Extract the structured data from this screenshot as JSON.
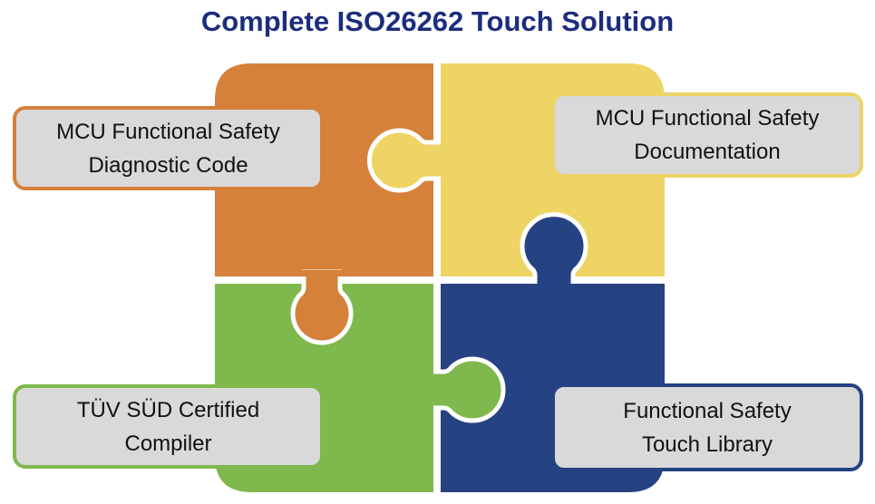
{
  "title": "Complete ISO26262 Touch Solution",
  "pieces": [
    {
      "id": "orange",
      "color": "#d5813a",
      "label_lines": [
        "MCU Functional Safety",
        "Diagnostic Code"
      ]
    },
    {
      "id": "yellow",
      "color": "#edd465",
      "label_lines": [
        "MCU Functional Safety",
        "Documentation"
      ]
    },
    {
      "id": "green",
      "color": "#7fb84c",
      "label_lines": [
        "TÜV SÜD Certified",
        "Compiler"
      ]
    },
    {
      "id": "blue",
      "color": "#254282",
      "label_lines": [
        "Functional Safety",
        "Touch Library"
      ]
    }
  ]
}
